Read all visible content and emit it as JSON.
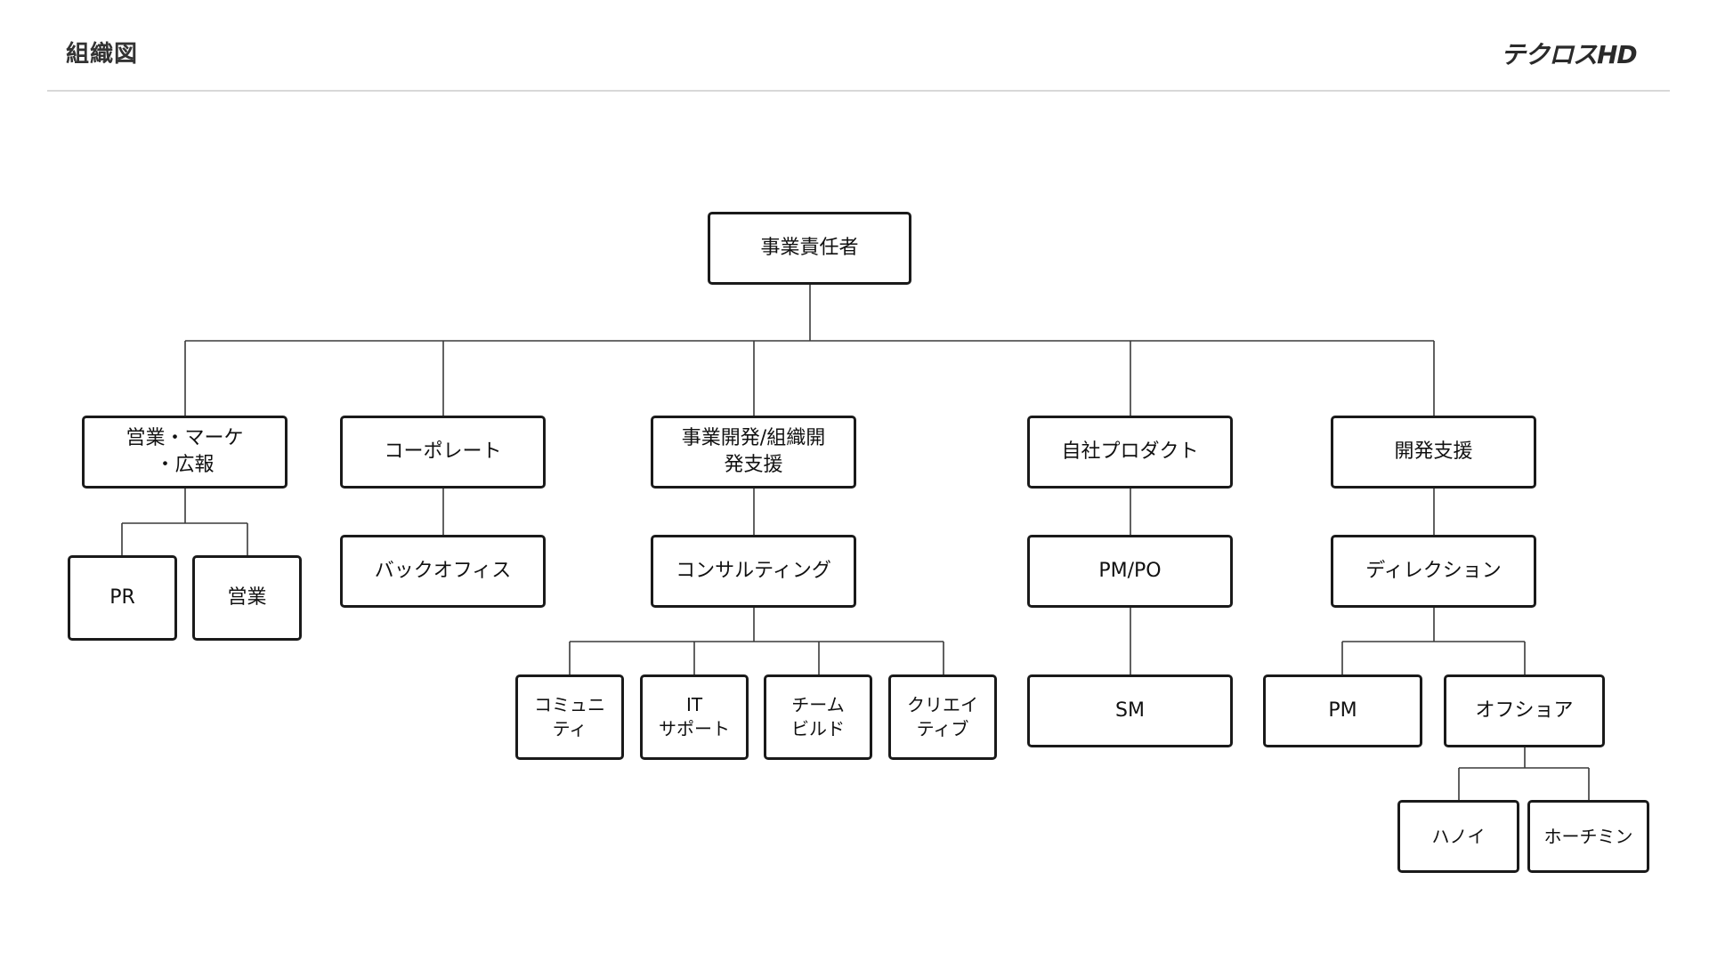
{
  "header": {
    "title": "組織図",
    "logo_text": "テクロスHD"
  },
  "org": {
    "root": "事業責任者",
    "sales": {
      "label": "営業・マーケ\n・広報",
      "children": [
        "PR",
        "営業"
      ]
    },
    "corporate": {
      "label": "コーポレート",
      "child": "バックオフィス"
    },
    "bizdev": {
      "label": "事業開発/組織開\n発支援",
      "consulting": "コンサルティング",
      "teams": [
        "コミュニ\nティ",
        "IT\nサポート",
        "チーム\nビルド",
        "クリエイ\nティブ"
      ]
    },
    "product": {
      "label": "自社プロダクト",
      "pmpo": "PM/PO",
      "sm": "SM"
    },
    "devsupport": {
      "label": "開発支援",
      "direction": "ディレクション",
      "pm": "PM",
      "offshore": "オフショア",
      "locations": [
        "ハノイ",
        "ホーチミン"
      ]
    }
  }
}
